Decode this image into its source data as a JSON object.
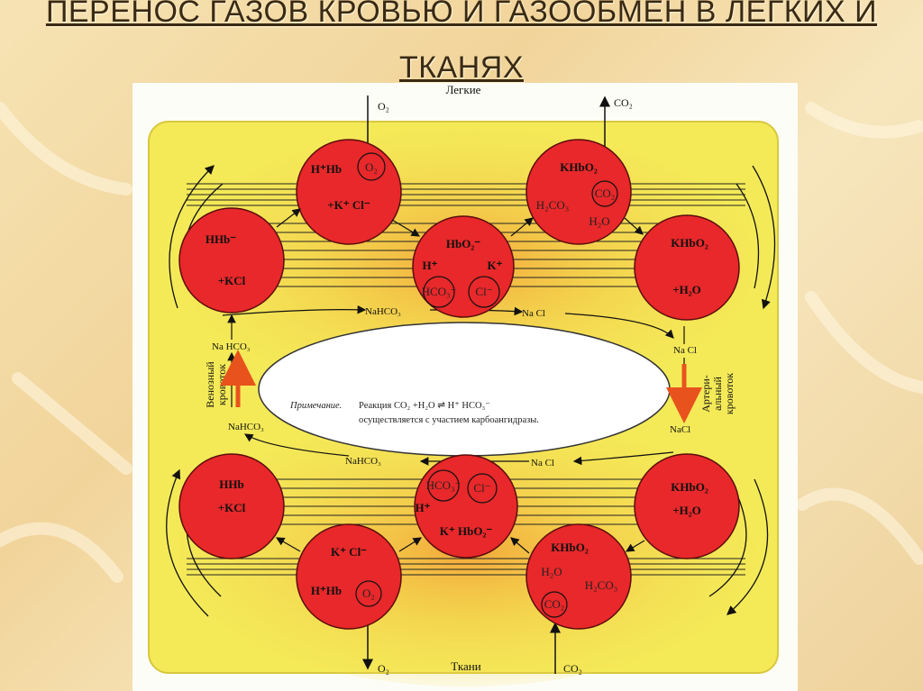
{
  "slide": {
    "title_line1": "ПЕРЕНОС ГАЗОВ КРОВЬЮ И ГАЗООБМЕН В ЛЕГКИХ И",
    "title_line2": "ТКАНЯХ"
  },
  "diagram": {
    "top_label": "Легкие",
    "bottom_label": "Ткани",
    "o2_in_top": "O₂",
    "co2_out_top": "CO₂",
    "o2_out_bottom": "O₂",
    "co2_in_bottom": "CO₂",
    "venous_label_1": "Венозный",
    "venous_label_2": "кровоток",
    "arterial_label_1": "Артери-",
    "arterial_label_2": "альный",
    "arterial_label_3": "кровоток",
    "compounds": {
      "nahco3_top": "NaHCO₃",
      "nacl_top": "Na Cl",
      "nahco3_left_upper": "Na HCO₃",
      "nahco3_left_lower": "NaHCO₃",
      "nacl_right_upper": "Na Cl",
      "nacl_right_lower": "NaCl",
      "nahco3_bottom": "NaHCO₃",
      "nacl_bottom": "Na Cl"
    },
    "note_title": "Примечание.",
    "note_text_1": "Реакция CO₂ +H₂O ⇌ H⁺ HCO₃⁻",
    "note_text_2": "осуществляется с участием карбоангидразы.",
    "cells": {
      "lung_left": {
        "l1": "HHb⁻",
        "l2": "+KCl"
      },
      "lung_tl": {
        "l1": "H⁺Hb",
        "l2": "+K⁺  Cl⁻",
        "inner": "O₂"
      },
      "lung_center": {
        "l1": "HbO₂⁻",
        "l2": "H⁺",
        "l3": "K⁺",
        "inner1": "HCO₃⁻",
        "inner2": "Cl⁻"
      },
      "lung_tr": {
        "l1": "KHbO₂",
        "l2": "H₂CO₃",
        "l3": "H₂O",
        "inner": "CO₂"
      },
      "lung_right": {
        "l1": "KHbO₂",
        "l2": "+H₂O"
      },
      "tis_left": {
        "l1": "HHb",
        "l2": "+KCl"
      },
      "tis_bl": {
        "l1": "K⁺   Cl⁻",
        "l2": "H⁺Hb",
        "inner": "O₂"
      },
      "tis_center": {
        "l1": "H⁺",
        "l2": "K⁺ HbO₂⁻",
        "inner1": "HCO₃⁻",
        "inner2": "Cl⁻"
      },
      "tis_br": {
        "l1": "KHbO₂",
        "l2": "H₂O",
        "l3": "H₂CO₃",
        "inner": "CO₂"
      },
      "tis_right": {
        "l1": "KHbO₂",
        "l2": "+H₂O"
      }
    },
    "colors": {
      "cell": "#e8282a",
      "cell_border": "#5a0d0d",
      "panel_yellow": "#f4ea58",
      "orange_haze": "#f3a53a",
      "arrow_orange": "#e8531d"
    }
  }
}
